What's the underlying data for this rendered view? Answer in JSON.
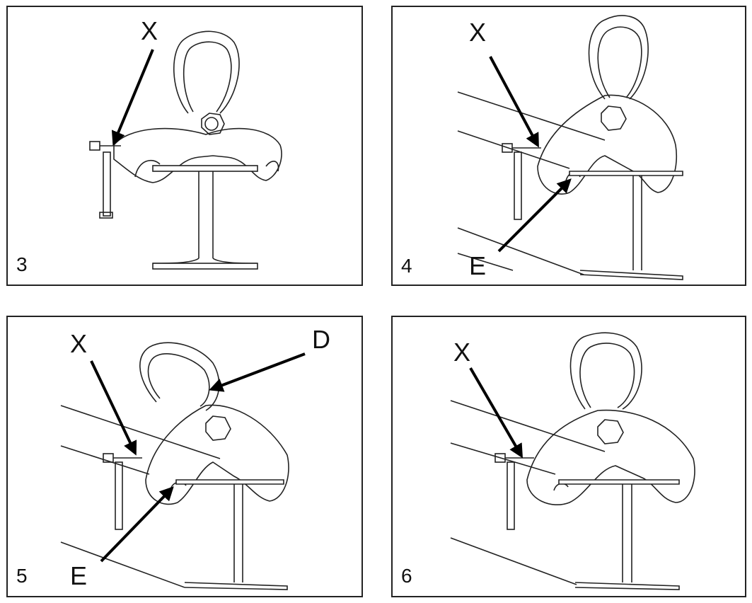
{
  "panels": [
    {
      "number": "3",
      "labels": {
        "x": "X"
      }
    },
    {
      "number": "4",
      "labels": {
        "x": "X",
        "e": "E"
      }
    },
    {
      "number": "5",
      "labels": {
        "x": "X",
        "d": "D",
        "e": "E"
      }
    },
    {
      "number": "6",
      "labels": {
        "x": "X"
      }
    }
  ]
}
